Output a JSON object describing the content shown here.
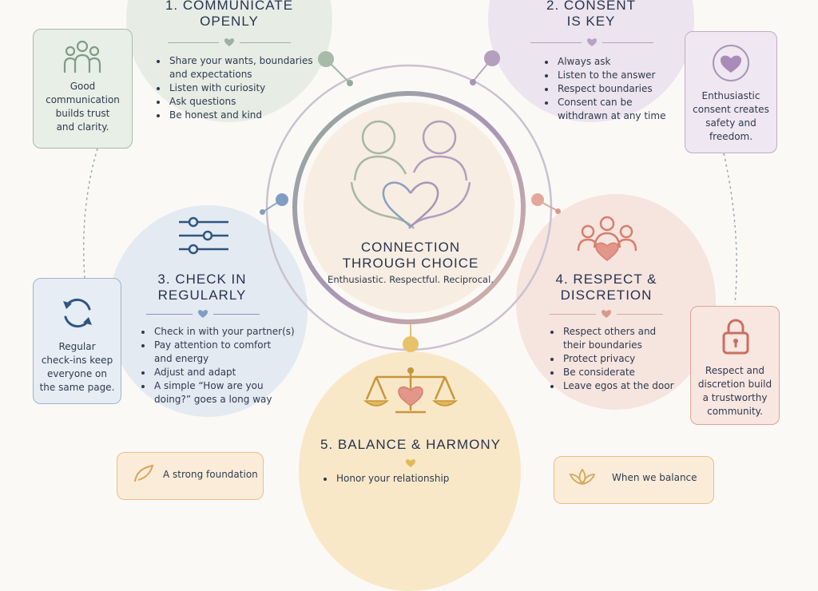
{
  "colors": {
    "sage": "#93ab9c",
    "lavender": "#a995b6",
    "blue": "#7f9ec2",
    "rose": "#d99a8a",
    "gold": "#e2b85a",
    "text": "#27344f"
  },
  "center": {
    "title_line1": "CONNECTION",
    "title_line2": "THROUGH CHOICE",
    "tagline": "Enthusiastic. Respectful. Reciprocal.",
    "icon": "two-people-heart-icon"
  },
  "sections": {
    "communicate": {
      "title_line1": "1. COMMUNICATE",
      "title_line2": "OPENLY",
      "bullets": [
        "Share your wants, boundaries",
        "and expectations",
        "Listen with curiosity",
        "Ask questions",
        "Be honest and kind"
      ]
    },
    "consent": {
      "title_line1": "2. CONSENT",
      "title_line2": "IS KEY",
      "bullets": [
        "Always ask",
        "Listen to the answer",
        "Respect boundaries",
        "Consent can be",
        "withdrawn at any time"
      ]
    },
    "checkin": {
      "title_line1": "3. CHECK IN",
      "title_line2": "REGULARLY",
      "icon": "sliders-icon",
      "bullets": [
        "Check in with your partner(s)",
        "Pay attention to comfort",
        "and energy",
        "Adjust and adapt",
        "A simple “How are you",
        "doing?” goes a long way"
      ]
    },
    "respect": {
      "title_line1": "4. RESPECT &",
      "title_line2": "DISCRETION",
      "icon": "community-heart-icon",
      "bullets": [
        "Respect others and",
        "their boundaries",
        "Protect privacy",
        "Be considerate",
        "Leave egos at the door"
      ]
    },
    "balance": {
      "title": "5. BALANCE & HARMONY",
      "icon": "scales-heart-icon",
      "bullets": [
        "Honor your relationship"
      ]
    }
  },
  "cards": {
    "communication": {
      "lines": [
        "Good",
        "communication",
        "builds trust",
        "and clarity."
      ],
      "icon": "people-group-icon"
    },
    "enthusiastic": {
      "lines": [
        "Enthusiastic",
        "consent creates",
        "safety and",
        "freedom."
      ],
      "icon": "heart-icon"
    },
    "checkins": {
      "lines": [
        "Regular",
        "check-ins keep",
        "everyone on",
        "the same page."
      ],
      "icon": "refresh-icon"
    },
    "discretion": {
      "lines": [
        "Respect and",
        "discretion build",
        "a trustworthy",
        "community."
      ],
      "icon": "lock-icon"
    },
    "foundation": {
      "lines": [
        "A strong foundation"
      ],
      "icon": "leaf-icon"
    },
    "balance_note": {
      "lines": [
        "When we balance"
      ],
      "icon": "lotus-icon"
    }
  }
}
